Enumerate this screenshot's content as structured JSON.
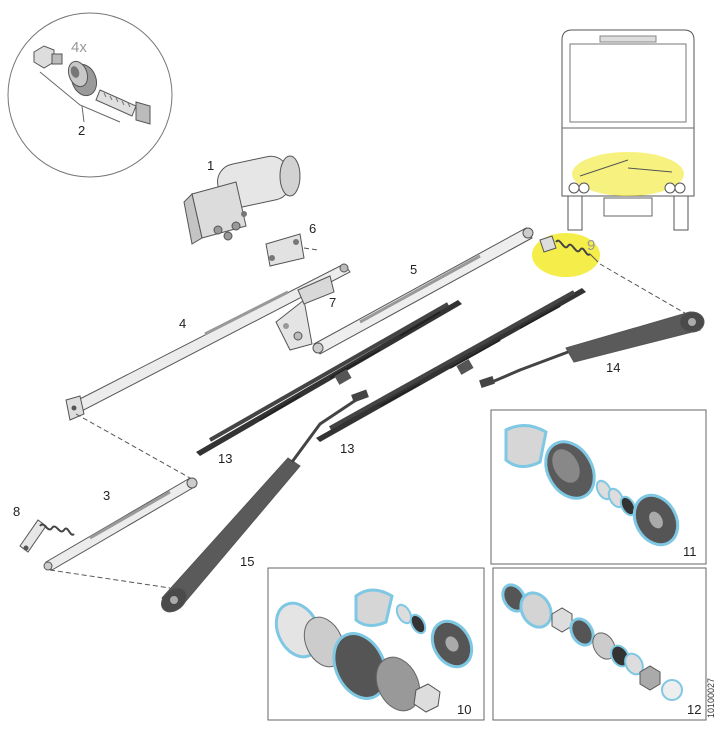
{
  "callouts": {
    "c1": "1",
    "c2": "2",
    "c3": "3",
    "c4": "4",
    "c5": "5",
    "c6": "6",
    "c7": "7",
    "c8": "8",
    "c9": "9",
    "c10": "10",
    "c11": "11",
    "c12": "12",
    "c13a": "13",
    "c13b": "13",
    "c14": "14",
    "c15": "15"
  },
  "detail_quantity": "4x",
  "drawing_code": "10100027",
  "colors": {
    "highlight": "#f2ea2a",
    "seal_blue": "#7ec8e3",
    "part_gray": "#cfcfcf",
    "dark_part": "#5a5a5a"
  }
}
